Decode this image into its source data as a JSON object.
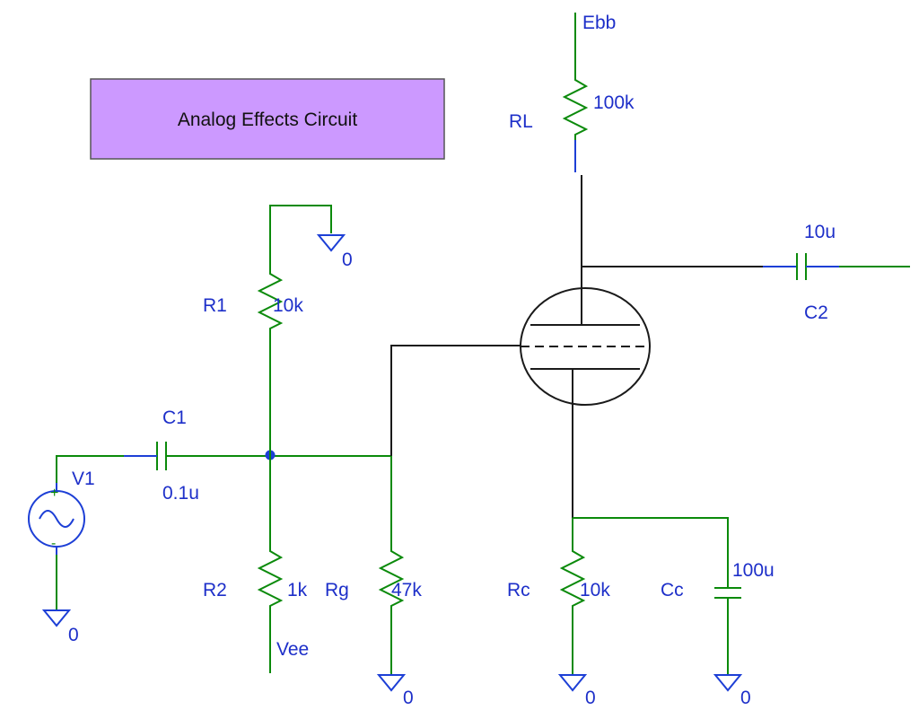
{
  "title": "Analog Effects Circuit",
  "colors": {
    "title_box": "#cc99ff",
    "wire": "#0b8a0b",
    "tube": "#1a1a1a",
    "label": "#1d2fc9"
  },
  "components": {
    "V1": {
      "name": "V1",
      "plus": "+",
      "minus": "-"
    },
    "C1": {
      "name": "C1",
      "value": "0.1u"
    },
    "R1": {
      "name": "R1",
      "value": "10k"
    },
    "R2": {
      "name": "R2",
      "value": "1k"
    },
    "Rg": {
      "name": "Rg",
      "value": "47k"
    },
    "RL": {
      "name": "RL",
      "value": "100k"
    },
    "C2": {
      "name": "C2",
      "value": "10u"
    },
    "Rc": {
      "name": "Rc",
      "value": "10k"
    },
    "Cc": {
      "name": "Cc",
      "value": "100u"
    }
  },
  "nets": {
    "supply_top": "Ebb",
    "supply_bottom": "Vee",
    "ground": "0"
  }
}
